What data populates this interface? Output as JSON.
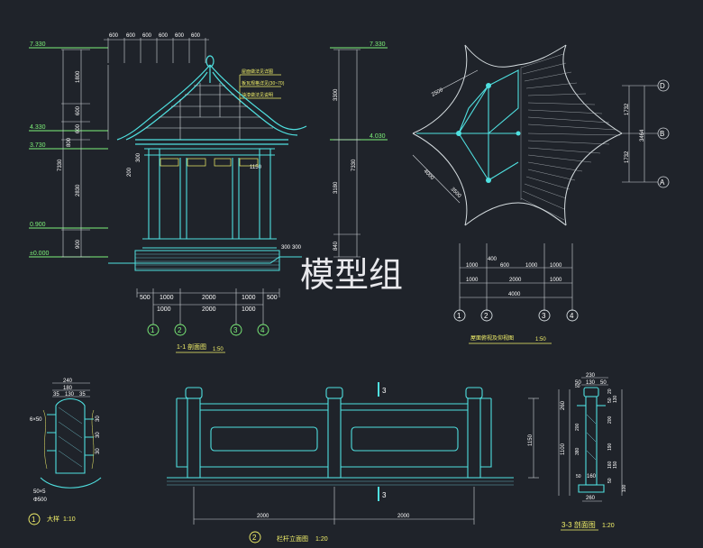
{
  "watermark": "模型组",
  "elev_levels": {
    "l1": "7.330",
    "l2": "4.330",
    "l3": "3.730",
    "l4": "0.900",
    "l5": "±0.000",
    "r1": "7.330",
    "r2": "4.030"
  },
  "top_dims": [
    "600",
    "600",
    "600",
    "600",
    "600",
    "600"
  ],
  "left_dims": {
    "a": "1800",
    "b": "600",
    "c": "600",
    "d": "800",
    "e": "7330",
    "f": "2830",
    "g": "900"
  },
  "right_dims": {
    "a": "3300",
    "b": "7330",
    "c": "3180",
    "d": "840"
  },
  "small_dims": {
    "a": "200",
    "b": "300",
    "c": "1150",
    "d": "300",
    "e": "300"
  },
  "notes": [
    "屋面做法见详图",
    "板瓦规格详见(30~70)",
    "油漆做法见说明"
  ],
  "section_bottom_1": [
    "500",
    "1000",
    "2000",
    "1000",
    "500"
  ],
  "section_bottom_2": [
    "1000",
    "2000",
    "1000"
  ],
  "axis_numbers": [
    "1",
    "2",
    "3",
    "4"
  ],
  "section_title": {
    "label": "1-1 剖面图",
    "scale": "1:50"
  },
  "plan_radial": {
    "a": "2500",
    "b": "4000",
    "c": "3500"
  },
  "plan_right_dims": [
    "1732",
    "3464",
    "1732"
  ],
  "plan_axis_letters": [
    "D",
    "B",
    "A"
  ],
  "plan_bottom_1": [
    "400",
    "1000",
    "600",
    "1000",
    "1000"
  ],
  "plan_bottom_2": [
    "1000",
    "2000",
    "1000"
  ],
  "plan_bottom_3": "4000",
  "plan_title": {
    "label": "屋面俯视及仰视图",
    "scale": "1:50"
  },
  "detail1": {
    "dims_top": [
      "240",
      "180",
      "35",
      "130",
      "35"
    ],
    "labels": [
      "6×50",
      "50×5",
      "Φ500"
    ],
    "side": [
      "30",
      "30",
      "30"
    ],
    "number": "1",
    "title": "大样",
    "scale": "1:10"
  },
  "rail": {
    "cut_mark": "3",
    "height": "1150",
    "dims": [
      "2000",
      "2000"
    ],
    "number": "2",
    "title": "栏杆立面图",
    "scale": "1:20"
  },
  "detail3": {
    "dims_top": [
      "230",
      "130",
      "50",
      "50"
    ],
    "side_left": [
      "260",
      "1100",
      "50",
      "50"
    ],
    "side_right": [
      "20",
      "50",
      "130",
      "200",
      "160",
      "50",
      "100",
      "150"
    ],
    "bottom": [
      "160",
      "260"
    ],
    "mid": [
      "200",
      "380",
      "190"
    ],
    "title": "3-3 剖面图",
    "scale": "1:20"
  }
}
